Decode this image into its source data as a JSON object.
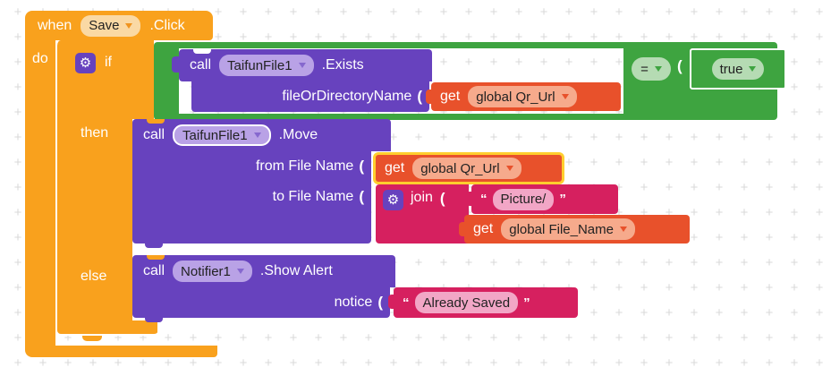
{
  "colors": {
    "event_orange": "#F9A11D",
    "method_purple": "#6742BE",
    "variable_red": "#E8512B",
    "text_magenta": "#D6205F",
    "logic_green": "#3EA440",
    "selection_yellow": "#FFCE2E"
  },
  "workspace": {
    "grid_mark": "+"
  },
  "when_block": {
    "when_label": "when",
    "component": "Save",
    "event_suffix": ".Click",
    "do_label": "do"
  },
  "if_block": {
    "gear_icon": "⚙",
    "if_label": "if",
    "then_label": "then",
    "else_label": "else"
  },
  "exists_call": {
    "call_label": "call",
    "component": "TaifunFile1",
    "method": ".Exists",
    "param_label": "fileOrDirectoryName",
    "socket_mark": "("
  },
  "comparison": {
    "operator": "=",
    "socket_mark": "(",
    "right_value": "true"
  },
  "get_qr_url_1": {
    "get_label": "get",
    "variable": "global Qr_Url"
  },
  "move_call": {
    "call_label": "call",
    "component": "TaifunFile1",
    "method": ".Move",
    "param_from": "from File Name",
    "param_to": "to File Name",
    "socket_mark": "("
  },
  "get_qr_url_2": {
    "get_label": "get",
    "variable": "global Qr_Url"
  },
  "join_block": {
    "gear_icon": "⚙",
    "join_label": "join",
    "socket_mark": "(",
    "quote_open": "“",
    "quote_close": "”",
    "text_value": "Picture/"
  },
  "get_file_name": {
    "get_label": "get",
    "variable": "global File_Name"
  },
  "notifier_call": {
    "call_label": "call",
    "component": "Notifier1",
    "method": ".Show Alert",
    "param_label": "notice",
    "socket_mark": "("
  },
  "alert_text": {
    "quote_open": "“",
    "quote_close": "”",
    "text_value": "Already Saved"
  }
}
